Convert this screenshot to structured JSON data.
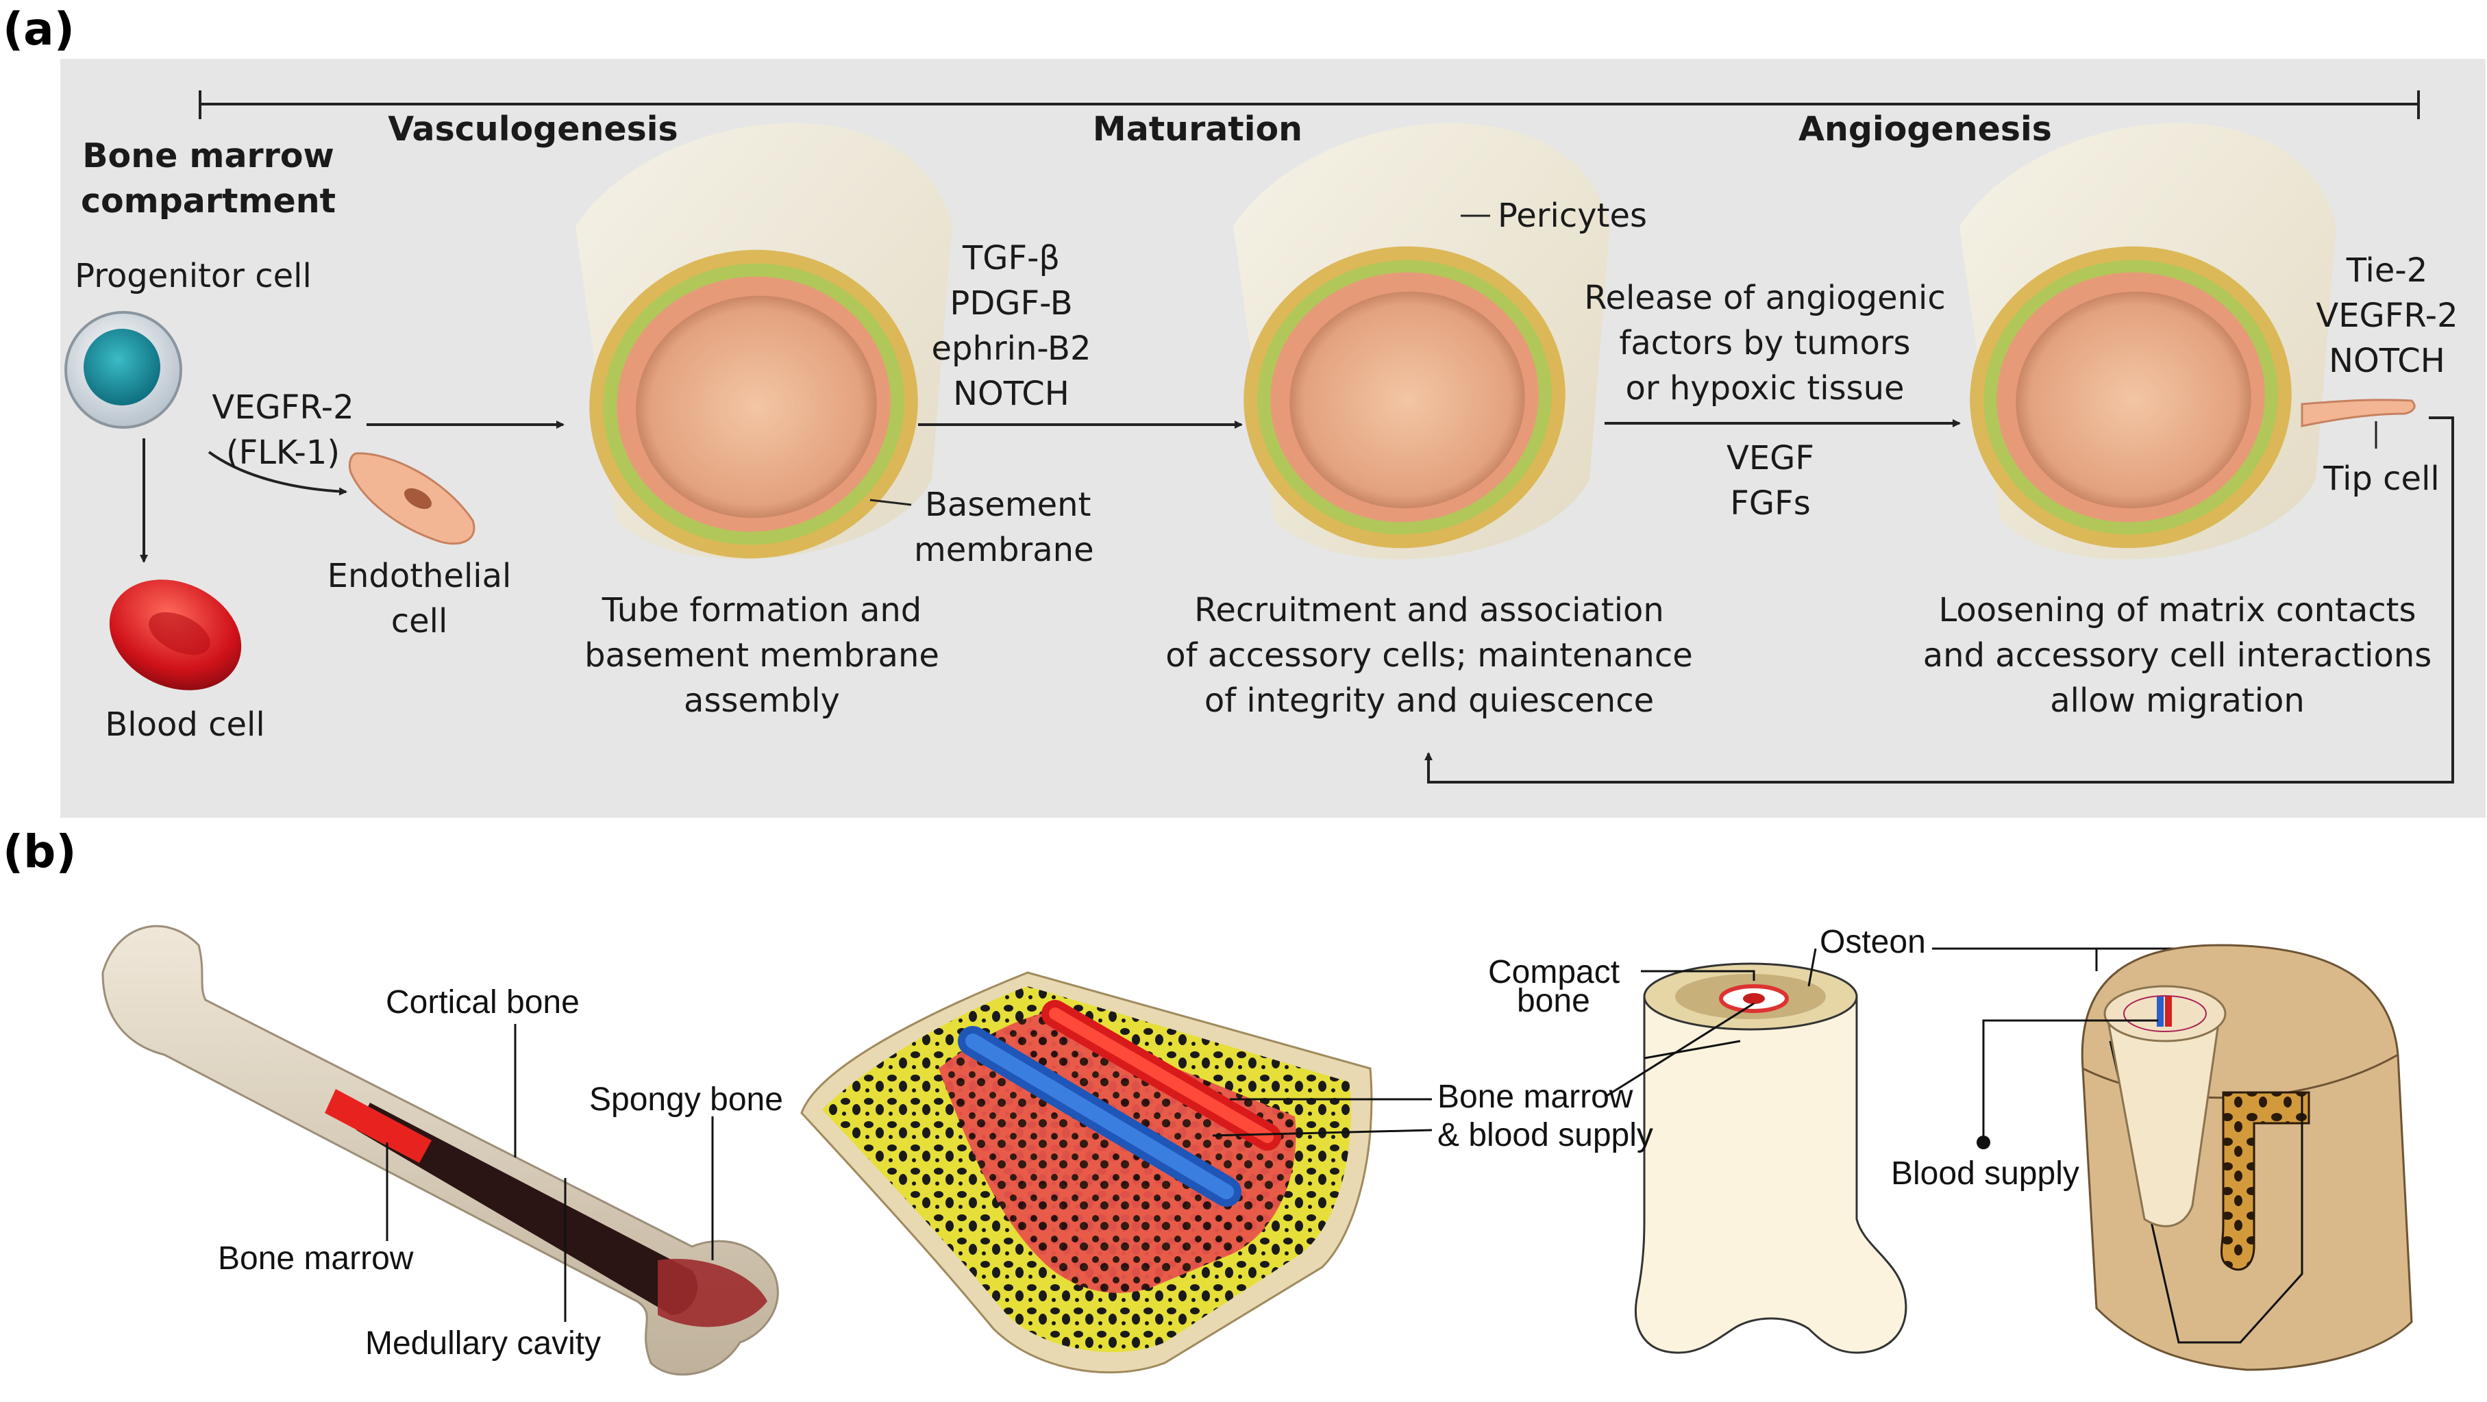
{
  "panel_a": {
    "label": "(a)",
    "headers": {
      "vasculogenesis": "Vasculogenesis",
      "maturation": "Maturation",
      "angiogenesis": "Angiogenesis"
    },
    "bone_marrow_title": [
      "Bone marrow",
      "compartment"
    ],
    "progenitor_cell": "Progenitor cell",
    "receptor": [
      "VEGFR-2",
      "(FLK-1)"
    ],
    "endothelial_cell": [
      "Endothelial",
      "cell"
    ],
    "blood_cell": "Blood cell",
    "maturation_factors": [
      "TGF-β",
      "PDGF-B",
      "ephrin-B2",
      "NOTCH"
    ],
    "basement_membrane": [
      "Basement",
      "membrane"
    ],
    "pericytes": "Pericytes",
    "release_text": [
      "Release of angiogenic",
      "factors by tumors",
      "or hypoxic tissue"
    ],
    "angio_factors": [
      "VEGF",
      "FGFs"
    ],
    "tip_receptors": [
      "Tie-2",
      "VEGFR-2",
      "NOTCH"
    ],
    "tip_cell": "Tip cell",
    "caption_tube": [
      "Tube formation and",
      "basement membrane",
      "assembly"
    ],
    "caption_recruit": [
      "Recruitment and association",
      "of accessory cells; maintenance",
      "of integrity and quiescence"
    ],
    "caption_loosen": [
      "Loosening of matrix contacts",
      "and accessory cell interactions",
      "allow migration"
    ]
  },
  "panel_b": {
    "label": "(b)",
    "cortical_bone": "Cortical bone",
    "spongy_bone": "Spongy bone",
    "bone_marrow": "Bone marrow",
    "medullary_cavity": "Medullary cavity",
    "marrow_blood": [
      "Bone marrow",
      "& blood supply"
    ],
    "compact_bone": [
      "Compact",
      "bone"
    ],
    "osteon": "Osteon",
    "blood_supply": "Blood supply"
  }
}
